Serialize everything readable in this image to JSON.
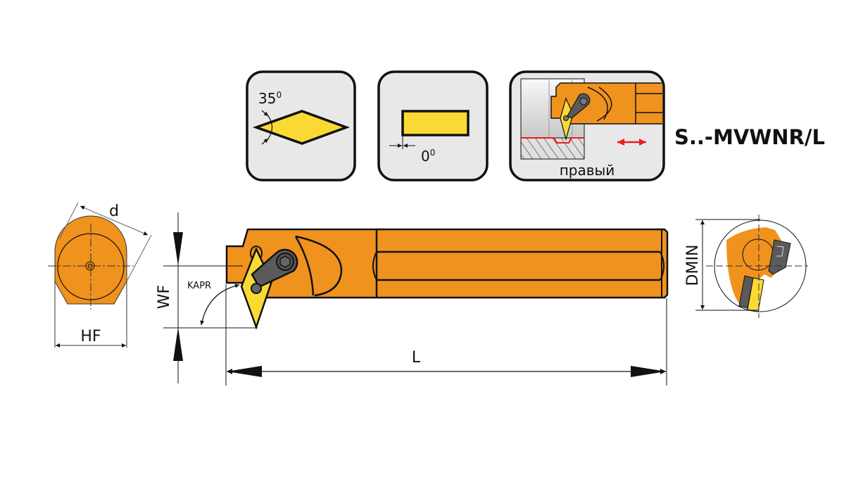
{
  "title": "S..-MVWNR/L",
  "insert_angle_panel": {
    "angle_label": "35",
    "degree_mark": "0"
  },
  "clearance_panel": {
    "angle_label": "0",
    "degree_mark": "0"
  },
  "direction_panel": {
    "label": "правый"
  },
  "dimensions": {
    "d": "d",
    "hf": "HF",
    "wf": "WF",
    "kapr": "KAPR",
    "l": "L",
    "dmin": "DMIN"
  },
  "colors": {
    "body": "#F0921E",
    "insert": "#F9DA35",
    "clamp": "#5A5A5A",
    "panel": "#E8E8E8",
    "arrow": "#EE1C1C"
  }
}
